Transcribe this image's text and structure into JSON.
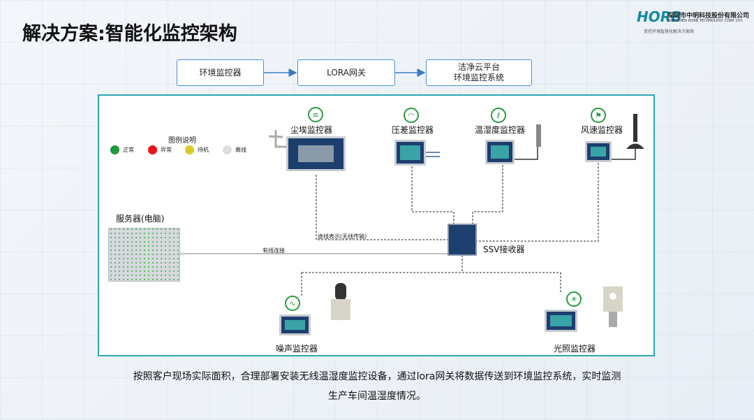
{
  "title": "解决方案:智能化监控架构",
  "logo": {
    "mark": "HORB",
    "company_cn": "深圳市中明科技股份有限公司",
    "company_en": "SHENZHEN HORB TECHNOLOGY CORP. LTD.",
    "slogan": "受控环境智慧化解决方案商"
  },
  "flow": [
    "环境监控器",
    "LORA网关",
    "洁净云平台\n环境监控系统"
  ],
  "flow_line1": "洁净云平台",
  "flow_line2": "环境监控系统",
  "legend": {
    "title": "图例说明",
    "items": [
      {
        "label": "正常",
        "color": "#1e9a3c"
      },
      {
        "label": "异常",
        "color": "#e8141c"
      },
      {
        "label": "待机",
        "color": "#d8cc2a"
      },
      {
        "label": "离线",
        "color": "#dddddd"
      }
    ]
  },
  "devices": {
    "dust": "尘埃监控器",
    "pressure": "压差监控器",
    "temp_humidity": "温湿度监控器",
    "wind": "风速监控器",
    "server": "服务器(电脑)",
    "receiver": "SSV接收器",
    "noise": "噪声监控器",
    "light": "光照监控器"
  },
  "annotations": {
    "wireless": "虚线表示(无线传输)",
    "wired": "有线连接"
  },
  "description": {
    "line1": "按照客户现场实际面积，合理部署安装无线温湿度监控设备，通过lora网关将数据传送到环境监控系统，实时监测",
    "line2": "生产车间温湿度情况。"
  },
  "colors": {
    "frame": "#2ea6b8",
    "flow_border": "#4a8fd0",
    "icon_green": "#2a9a40"
  }
}
